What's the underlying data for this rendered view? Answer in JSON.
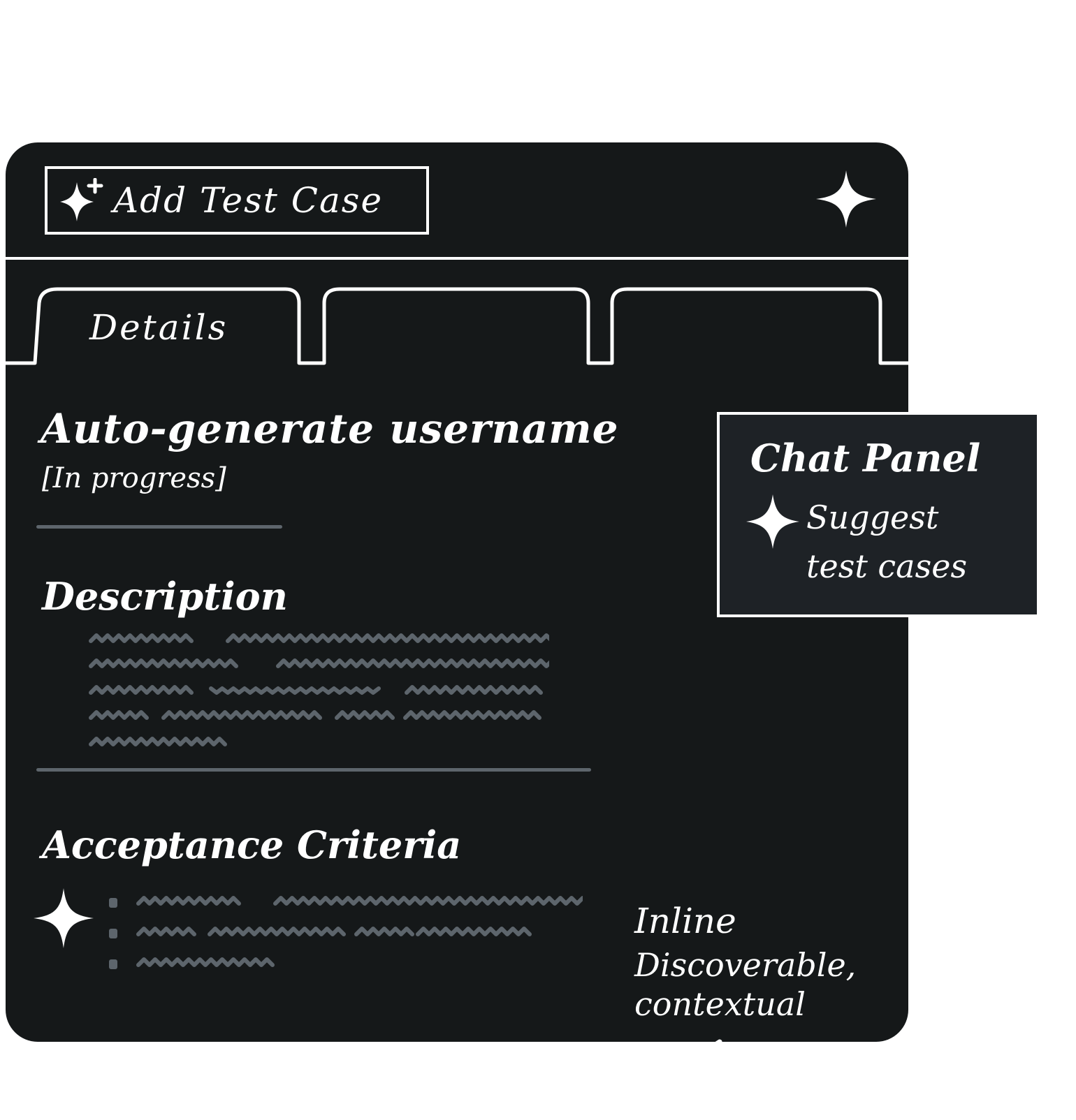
{
  "colors": {
    "window_bg": "#151819",
    "panel_bg": "#1e2226",
    "stroke": "#ffffff",
    "muted": "#5d656c"
  },
  "toolbar": {
    "add_label": "Add Test Case",
    "add_icon": "sparkle-plus-icon",
    "ai_icon": "sparkle-icon"
  },
  "tabs": [
    {
      "label": "Details",
      "active": true
    },
    {
      "label": ""
    },
    {
      "label": ""
    }
  ],
  "item": {
    "title": "Auto-generate username",
    "status": "[In progress]"
  },
  "description": {
    "heading": "Description"
  },
  "acceptance": {
    "heading": "Acceptance Criteria",
    "ai_icon": "sparkle-icon"
  },
  "annotation": {
    "title": "Inline",
    "body": "Discoverable,\ncontextual"
  },
  "chat_panel": {
    "title": "Chat Panel",
    "suggestion_icon": "sparkle-icon",
    "suggestion": "Suggest\ntest cases"
  }
}
